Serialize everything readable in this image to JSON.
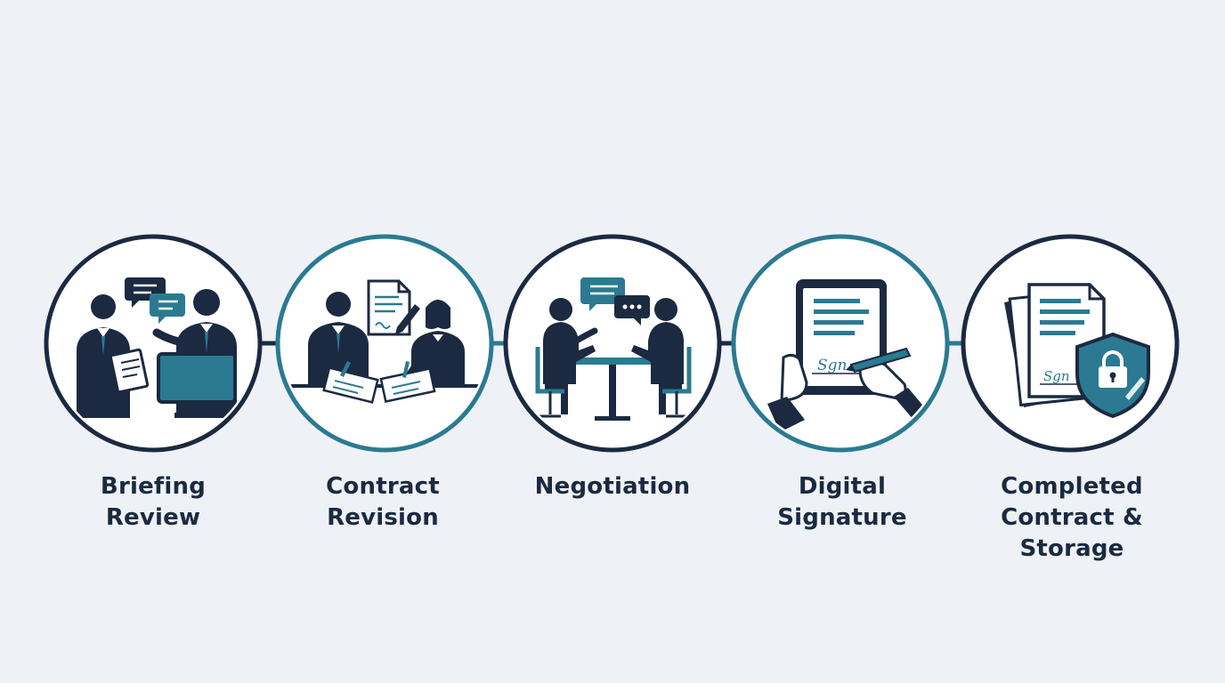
{
  "colors": {
    "background": "#eef2f6",
    "navy": "#1b2a41",
    "teal": "#2b7a91",
    "teal_dark": "#1f5f72",
    "paper": "#ffffff"
  },
  "steps": [
    {
      "lines": [
        "Briefing",
        "Review"
      ],
      "icons": [
        "businessmen-icon",
        "speech-bubble-icon",
        "document-icon",
        "computer-monitor-icon"
      ]
    },
    {
      "lines": [
        "Contract",
        "Revision"
      ],
      "icons": [
        "businessman-icon",
        "businesswoman-icon",
        "document-pen-icon",
        "paper-icon"
      ]
    },
    {
      "lines": [
        "Negotiation"
      ],
      "icons": [
        "meeting-table-icon",
        "chat-bubble-icon",
        "chair-icon"
      ]
    },
    {
      "lines": [
        "Digital",
        "Signature"
      ],
      "icons": [
        "tablet-icon",
        "pen-icon",
        "signature-icon",
        "hand-icon"
      ]
    },
    {
      "lines": [
        "Completed",
        "Contract &",
        "Storage"
      ],
      "icons": [
        "document-stack-icon",
        "shield-lock-icon",
        "signature-icon"
      ]
    }
  ],
  "signature_text": "Sgn"
}
